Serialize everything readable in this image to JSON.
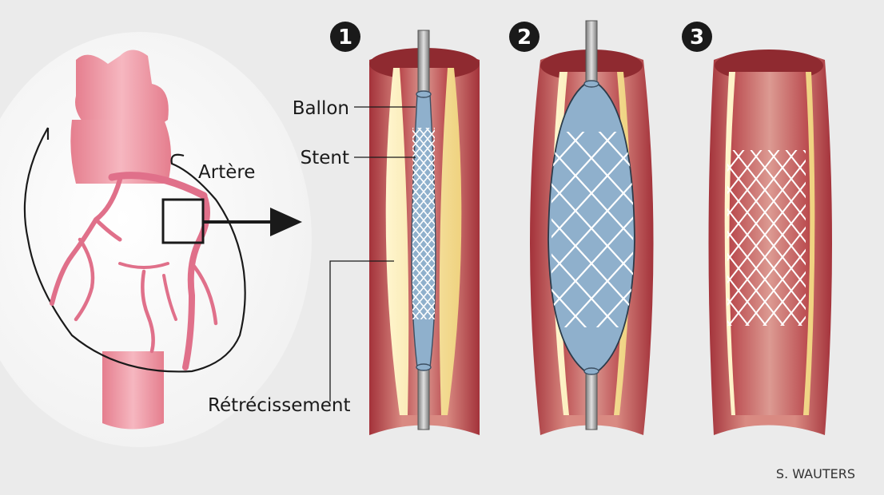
{
  "labels": {
    "artery": "Artère",
    "balloon": "Ballon",
    "stent": "Stent",
    "narrowing": "Rétrécissement"
  },
  "steps": [
    "1",
    "2",
    "3"
  ],
  "credit": "S. WAUTERS",
  "colors": {
    "background": "#ebebeb",
    "heart_vessel": "#ef9aa6",
    "coronary": "#e0708a",
    "artery_wall": "#b33a3c",
    "artery_lumen": "#d58a86",
    "plaque": "#f2d98c",
    "balloon": "#8fb0cc",
    "step_badge": "#1a1a1a"
  }
}
